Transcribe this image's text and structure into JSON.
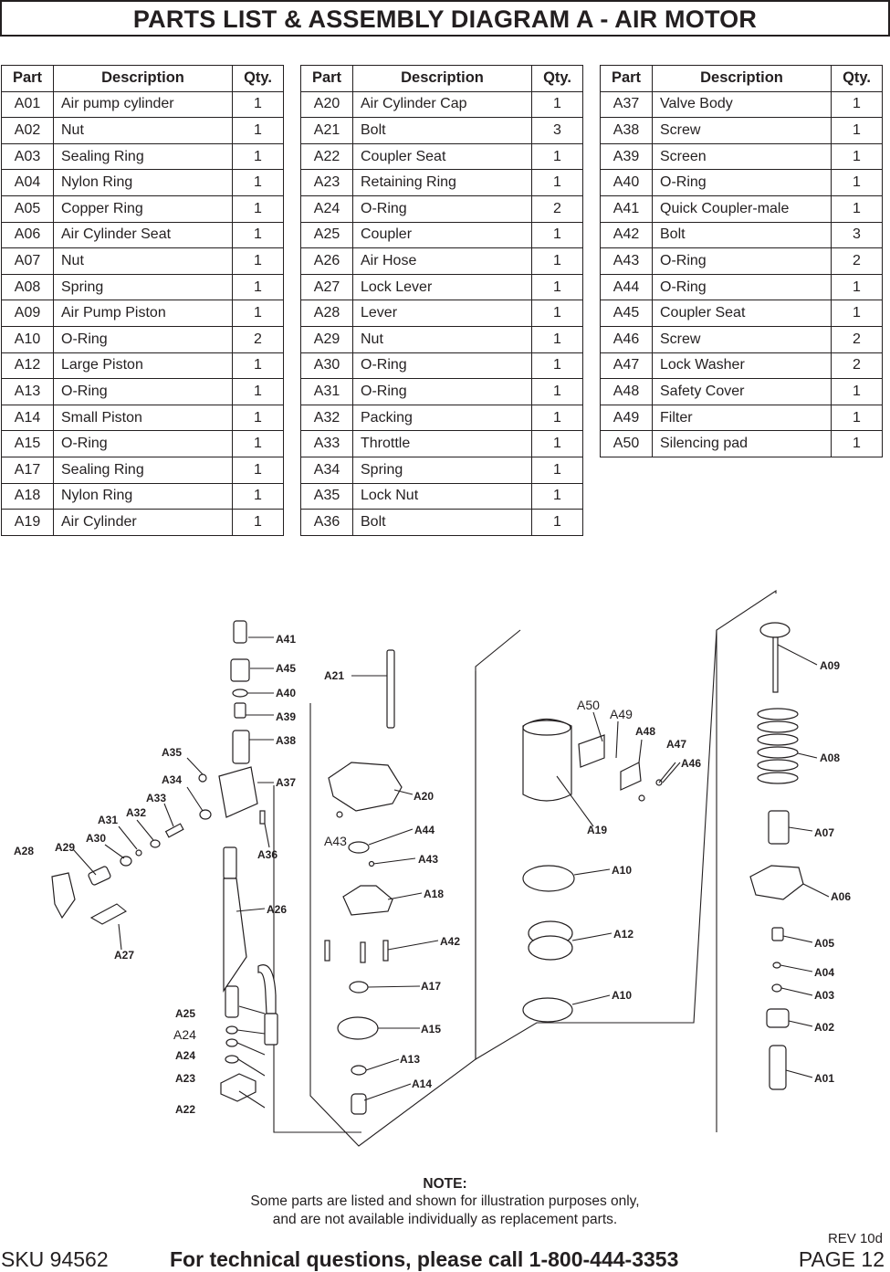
{
  "title": "PARTS LIST & ASSEMBLY DIAGRAM A - AIR MOTOR",
  "table_headers": {
    "part": "Part",
    "description": "Description",
    "qty": "Qty."
  },
  "tables": [
    [
      [
        "A01",
        "Air pump cylinder",
        "1"
      ],
      [
        "A02",
        "Nut",
        "1"
      ],
      [
        "A03",
        "Sealing Ring",
        "1"
      ],
      [
        "A04",
        "Nylon Ring",
        "1"
      ],
      [
        "A05",
        "Copper Ring",
        "1"
      ],
      [
        "A06",
        "Air Cylinder Seat",
        "1"
      ],
      [
        "A07",
        "Nut",
        "1"
      ],
      [
        "A08",
        "Spring",
        "1"
      ],
      [
        "A09",
        "Air Pump Piston",
        "1"
      ],
      [
        "A10",
        "O-Ring",
        "2"
      ],
      [
        "A12",
        "Large Piston",
        "1"
      ],
      [
        "A13",
        "O-Ring",
        "1"
      ],
      [
        "A14",
        "Small Piston",
        "1"
      ],
      [
        "A15",
        "O-Ring",
        "1"
      ],
      [
        "A17",
        "Sealing Ring",
        "1"
      ],
      [
        "A18",
        "Nylon Ring",
        "1"
      ],
      [
        "A19",
        "Air Cylinder",
        "1"
      ]
    ],
    [
      [
        "A20",
        "Air Cylinder Cap",
        "1"
      ],
      [
        "A21",
        "Bolt",
        "3"
      ],
      [
        "A22",
        "Coupler Seat",
        "1"
      ],
      [
        "A23",
        "Retaining Ring",
        "1"
      ],
      [
        "A24",
        "O-Ring",
        "2"
      ],
      [
        "A25",
        "Coupler",
        "1"
      ],
      [
        "A26",
        "Air Hose",
        "1"
      ],
      [
        "A27",
        "Lock Lever",
        "1"
      ],
      [
        "A28",
        "Lever",
        "1"
      ],
      [
        "A29",
        "Nut",
        "1"
      ],
      [
        "A30",
        "O-Ring",
        "1"
      ],
      [
        "A31",
        "O-Ring",
        "1"
      ],
      [
        "A32",
        "Packing",
        "1"
      ],
      [
        "A33",
        "Throttle",
        "1"
      ],
      [
        "A34",
        "Spring",
        "1"
      ],
      [
        "A35",
        "Lock Nut",
        "1"
      ],
      [
        "A36",
        "Bolt",
        "1"
      ]
    ],
    [
      [
        "A37",
        "Valve Body",
        "1"
      ],
      [
        "A38",
        "Screw",
        "1"
      ],
      [
        "A39",
        "Screen",
        "1"
      ],
      [
        "A40",
        "O-Ring",
        "1"
      ],
      [
        "A41",
        "Quick Coupler-male",
        "1"
      ],
      [
        "A42",
        "Bolt",
        "3"
      ],
      [
        "A43",
        "O-Ring",
        "2"
      ],
      [
        "A44",
        "O-Ring",
        "1"
      ],
      [
        "A45",
        "Coupler Seat",
        "1"
      ],
      [
        "A46",
        "Screw",
        "2"
      ],
      [
        "A47",
        "Lock Washer",
        "2"
      ],
      [
        "A48",
        "Safety Cover",
        "1"
      ],
      [
        "A49",
        "Filter",
        "1"
      ],
      [
        "A50",
        "Silencing pad",
        "1"
      ]
    ]
  ],
  "diagram_labels": {
    "A01": "A01",
    "A02": "A02",
    "A03": "A03",
    "A04": "A04",
    "A05": "A05",
    "A06": "A06",
    "A07": "A07",
    "A08": "A08",
    "A09": "A09",
    "A10a": "A10",
    "A10b": "A10",
    "A12": "A12",
    "A13": "A13",
    "A14": "A14",
    "A15": "A15",
    "A17": "A17",
    "A18": "A18",
    "A19": "A19",
    "A20": "A20",
    "A21": "A21",
    "A22": "A22",
    "A23": "A23",
    "A24a": "A24",
    "A24b": "A24",
    "A25": "A25",
    "A26": "A26",
    "A27": "A27",
    "A28": "A28",
    "A29": "A29",
    "A30": "A30",
    "A31": "A31",
    "A32": "A32",
    "A33": "A33",
    "A34": "A34",
    "A35": "A35",
    "A36": "A36",
    "A37": "A37",
    "A38": "A38",
    "A39": "A39",
    "A40": "A40",
    "A41": "A41",
    "A42": "A42",
    "A43a": "A43",
    "A43b": "A43",
    "A44": "A44",
    "A45": "A45",
    "A46": "A46",
    "A47": "A47",
    "A48": "A48",
    "A49": "A49",
    "A50": "A50"
  },
  "note": {
    "heading": "NOTE:",
    "line1": "Some parts are listed and shown for illustration purposes only,",
    "line2": "and are not available individually as replacement parts."
  },
  "rev": "REV 10d",
  "footer": {
    "sku": "SKU 94562",
    "tech": "For technical questions, please call 1-800-444-3353",
    "page": "PAGE 12"
  }
}
